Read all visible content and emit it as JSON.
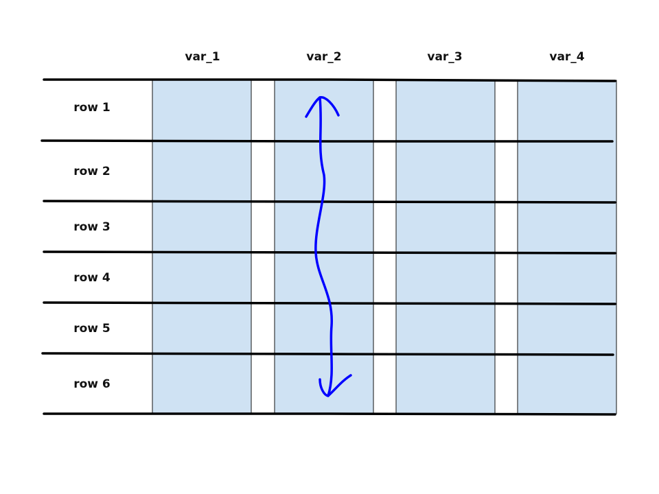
{
  "columns": [
    {
      "label": "var_1"
    },
    {
      "label": "var_2"
    },
    {
      "label": "var_3"
    },
    {
      "label": "var_4"
    }
  ],
  "rows": [
    {
      "label": "row 1"
    },
    {
      "label": "row 2"
    },
    {
      "label": "row 3"
    },
    {
      "label": "row 4"
    },
    {
      "label": "row 5"
    },
    {
      "label": "row 6"
    }
  ],
  "colors": {
    "cell_fill": "#cfe2f3",
    "cell_border": "#111111",
    "row_line": "#000000",
    "arrow": "#0000ff"
  },
  "arrow": {
    "column": "var_2",
    "direction": "vertical, double-headed",
    "from_row": "row 1",
    "to_row": "row 6"
  }
}
